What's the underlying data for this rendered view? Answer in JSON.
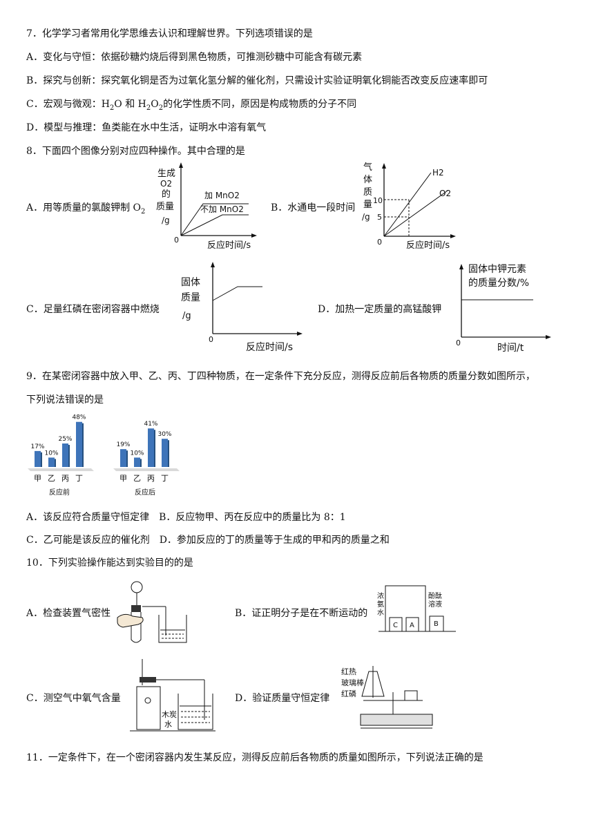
{
  "q7": {
    "stem": "7．化学学习者常用化学思维去认识和理解世界。下列选项错误的是",
    "A": "A．变化与守恒：依据砂糖灼烧后得到黑色物质，可推测砂糖中可能含有碳元素",
    "B": "B．探究与创新：探究氧化铜是否为过氧化氢分解的催化剂，只需设计实验证明氧化铜能否改变反应速率即可",
    "C_pre": "C．宏观与微观：H",
    "C_sub1": "2",
    "C_mid": "O 和 H",
    "C_sub2": "2",
    "C_mid2": "O",
    "C_sub3": "2",
    "C_post": "的化学性质不同，原因是构成物质的分子不同",
    "D": "D．模型与推理：鱼类能在水中生活，证明水中溶有氧气"
  },
  "q8": {
    "stem": "8．下面四个图像分别对应四种操作。其中合理的是",
    "A_label": "A．用等质量的氯酸钾制 O",
    "A_sub": "2",
    "B_label": "B．水通电一段时间",
    "C_label": "C．足量红磷在密闭容器中燃烧",
    "D_label": "D．加热一定质量的高锰酸钾",
    "graphA": {
      "ylabel": [
        "生成",
        "O2",
        "的",
        "质量",
        "/g"
      ],
      "xlabel": "反应时间/s",
      "origin": "0",
      "line1": "加 MnO2",
      "line2": "不加 MnO2"
    },
    "graphB": {
      "ylabel": [
        "气",
        "体",
        "质",
        "量",
        "/g"
      ],
      "xlabel": "反应时间/s",
      "origin": "0",
      "tick10": "10",
      "tick5": "5",
      "line1": "H2",
      "line2": "O2"
    },
    "graphC": {
      "ylabel": [
        "固体",
        "质量",
        "/g"
      ],
      "xlabel": "反应时间/s",
      "origin": "0"
    },
    "graphD": {
      "ylabel": [
        "固体中钾元素",
        "的质量分数/%"
      ],
      "xlabel": "时间/t",
      "origin": "0"
    }
  },
  "q9": {
    "stem1": "9．在某密闭容器中放入甲、乙、丙、丁四种物质，在一定条件下充分反应，测得反应前后各物质的质量分数如图所示，",
    "stem2": "下列说法错误的是",
    "chart_data": [
      {
        "type": "bar",
        "title": "反应前",
        "categories": [
          "甲",
          "乙",
          "丙",
          "丁"
        ],
        "values": [
          17,
          10,
          25,
          48
        ],
        "data_labels": [
          "17%",
          "10%",
          "25%",
          "48%"
        ]
      },
      {
        "type": "bar",
        "title": "反应后",
        "categories": [
          "甲",
          "乙",
          "丙",
          "丁"
        ],
        "values": [
          19,
          10,
          41,
          30
        ],
        "data_labels": [
          "19%",
          "10%",
          "41%",
          "30%"
        ]
      }
    ],
    "optAB": "A．该反应符合质量守恒定律　B．反应物甲、丙在反应中的质量比为 8：1",
    "optCD": "C．乙可能是该反应的催化剂　D．参加反应的丁的质量等于生成的甲和丙的质量之和"
  },
  "q10": {
    "stem": "10．下列实验操作能达到实验目的的是",
    "A_label": "A．检查装置气密性",
    "B_label": "B．证正明分子是在不断运动的",
    "C_label": "C．测空气中氧气含量",
    "D_label": "D．验证质量守恒定律",
    "figB": {
      "left": [
        "浓",
        "氨",
        "水"
      ],
      "right": [
        "酚酞",
        "溶液"
      ],
      "beakers": [
        "C",
        "A",
        "B"
      ]
    },
    "figC": {
      "charcoal": "木炭",
      "water": "水"
    },
    "figD": {
      "labels": [
        "红热",
        "玻璃棒",
        "红磷"
      ]
    }
  },
  "q11": {
    "stem": "11．一定条件下，在一个密闭容器内发生某反应，测得反应前后各物质的质量如图所示，下列说法正确的是"
  }
}
